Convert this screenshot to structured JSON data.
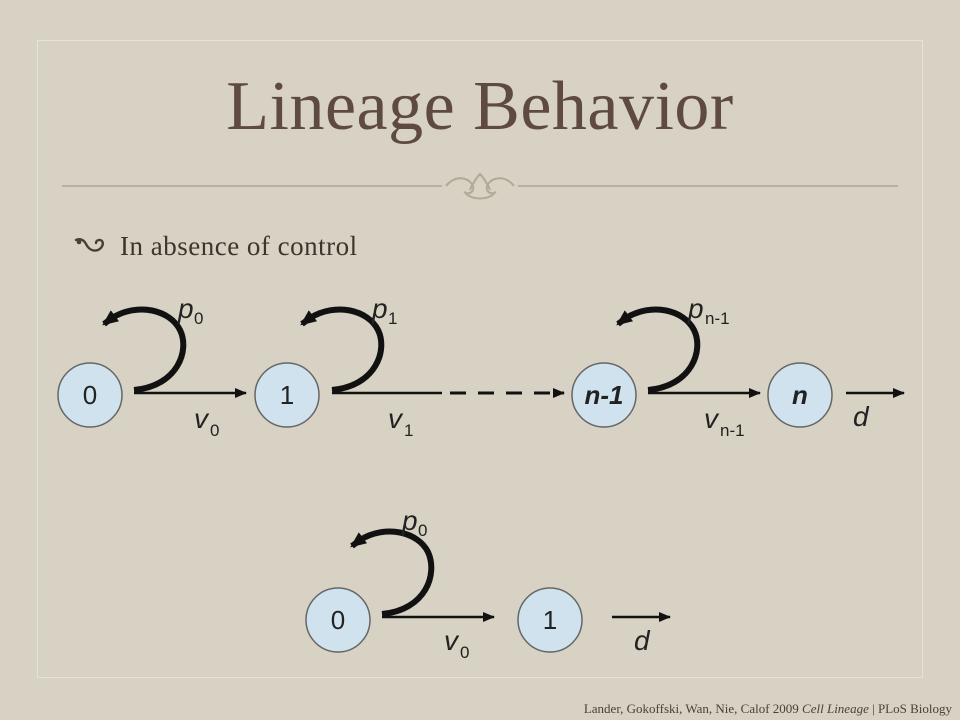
{
  "slide": {
    "title": "Lineage Behavior",
    "bullet": "In absence of control",
    "citation": {
      "authors": "Lander, Gokoffski, Wan, Nie, Calof 2009 ",
      "journal_title": "Cell Lineage",
      "separator": " | ",
      "publisher": "PLoS Biology"
    }
  },
  "colors": {
    "background": "#d7d2c3",
    "title": "#5e4a40",
    "node_fill": "#cfe2ee",
    "node_stroke": "#666666",
    "arrow": "#111111"
  },
  "diagram_top": {
    "nodes": [
      {
        "label": "0"
      },
      {
        "label": "1"
      },
      {
        "label": "n-1"
      },
      {
        "label": "n"
      }
    ],
    "self_renewal": [
      {
        "var": "p",
        "sub": "0"
      },
      {
        "var": "p",
        "sub": "1"
      },
      {
        "var": "p",
        "sub": "n-1"
      }
    ],
    "transitions": [
      {
        "var": "v",
        "sub": "0"
      },
      {
        "var": "v",
        "sub": "1"
      },
      {
        "var": "v",
        "sub": "n-1"
      }
    ],
    "death": {
      "var": "d"
    }
  },
  "diagram_bottom": {
    "nodes": [
      {
        "label": "0"
      },
      {
        "label": "1"
      }
    ],
    "self_renewal": [
      {
        "var": "p",
        "sub": "0"
      }
    ],
    "transitions": [
      {
        "var": "v",
        "sub": "0"
      }
    ],
    "death": {
      "var": "d"
    }
  }
}
